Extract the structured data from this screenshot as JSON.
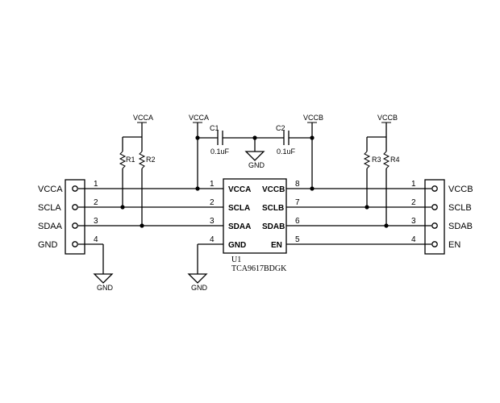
{
  "power": {
    "vcca_r": "VCCA",
    "vcca_ic": "VCCA",
    "vccb_ic": "VCCB",
    "vccb_r": "VCCB"
  },
  "resistors": {
    "r1": "R1",
    "r2": "R2",
    "r3": "R3",
    "r4": "R4"
  },
  "capacitors": {
    "c1_name": "C1",
    "c1_value": "0.1uF",
    "c2_name": "C2",
    "c2_value": "0.1uF"
  },
  "grounds": {
    "caps": "GND",
    "left_header": "GND",
    "ic": "GND"
  },
  "left_header": {
    "signals": [
      "VCCA",
      "SCLA",
      "SDAA",
      "GND"
    ],
    "pins": [
      "1",
      "2",
      "3",
      "4"
    ]
  },
  "right_header": {
    "signals": [
      "VCCB",
      "SCLB",
      "SDAB",
      "EN"
    ],
    "pins": [
      "1",
      "2",
      "3",
      "4"
    ]
  },
  "ic": {
    "ref": "U1",
    "part": "TCA9617BDGK",
    "left_pins": [
      "VCCA",
      "SCLA",
      "SDAA",
      "GND"
    ],
    "left_nums": [
      "1",
      "2",
      "3",
      "4"
    ],
    "right_pins": [
      "VCCB",
      "SCLB",
      "SDAB",
      "EN"
    ],
    "right_nums": [
      "8",
      "7",
      "6",
      "5"
    ]
  }
}
